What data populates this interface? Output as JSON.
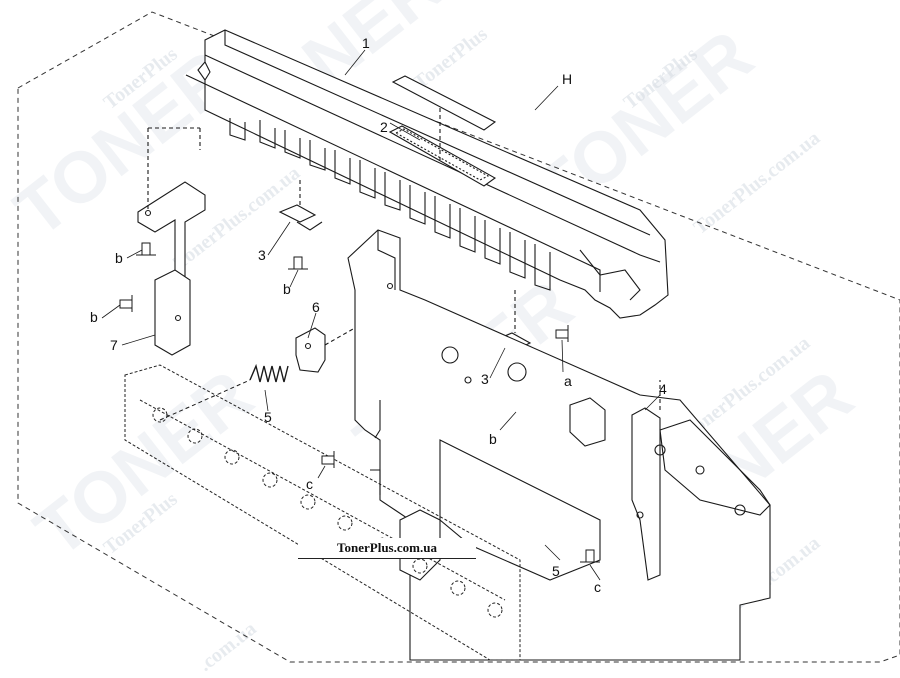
{
  "caption": "TonerPlus.com.ua",
  "watermark": {
    "brand": "TonerPlus",
    "domain": "TonerPlus.com.ua",
    "big": "TONER",
    "domain_fragment": ".com.ua"
  },
  "callouts": {
    "c1": "1",
    "c2": "2",
    "c3a": "3",
    "c3b": "3",
    "c4": "4",
    "c5a": "5",
    "c5b": "5",
    "c6": "6",
    "c7": "7",
    "cH": "H",
    "ba": "b",
    "bb": "b",
    "bc": "b",
    "bd": "b",
    "ca": "c",
    "cb": "c",
    "a": "a"
  },
  "colors": {
    "line": "#1a1a1a",
    "watermark": "#d9dfe6",
    "panel": "#ffffff"
  }
}
